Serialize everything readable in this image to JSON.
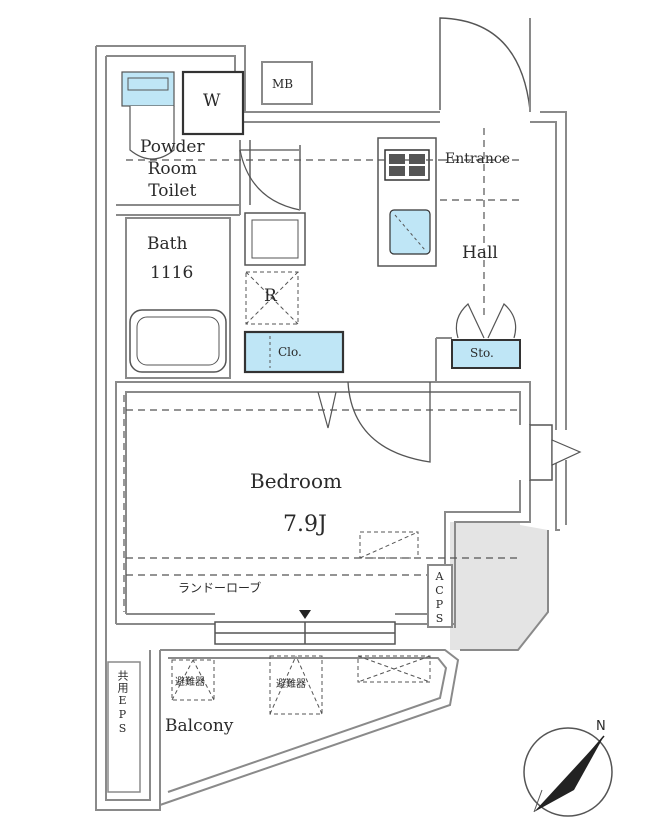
{
  "rooms": {
    "powder_room_toilet": "Powder\nRoom\nToilet",
    "washer": "W",
    "meter_box": "MB",
    "entrance": "Entrance",
    "hall": "Hall",
    "bath": "Bath",
    "bath_size": "1116",
    "refrigerator": "R",
    "closet": "Clo.",
    "storage": "Sto.",
    "bedroom": "Bedroom",
    "bedroom_size": "7.9J",
    "laundry_rope": "ランドーローブ",
    "acps": "ACPS",
    "balcony": "Balcony",
    "shared_eps": "共用EPS",
    "evac_ladder_1": "避難器",
    "evac_ladder_2": "避難器"
  },
  "compass": {
    "north_label": "N"
  },
  "colors": {
    "wall": "#8a8a8a",
    "fixture_blue": "#bfe6f6",
    "dash": "#555555",
    "grey_fill": "#e6e6e6"
  }
}
